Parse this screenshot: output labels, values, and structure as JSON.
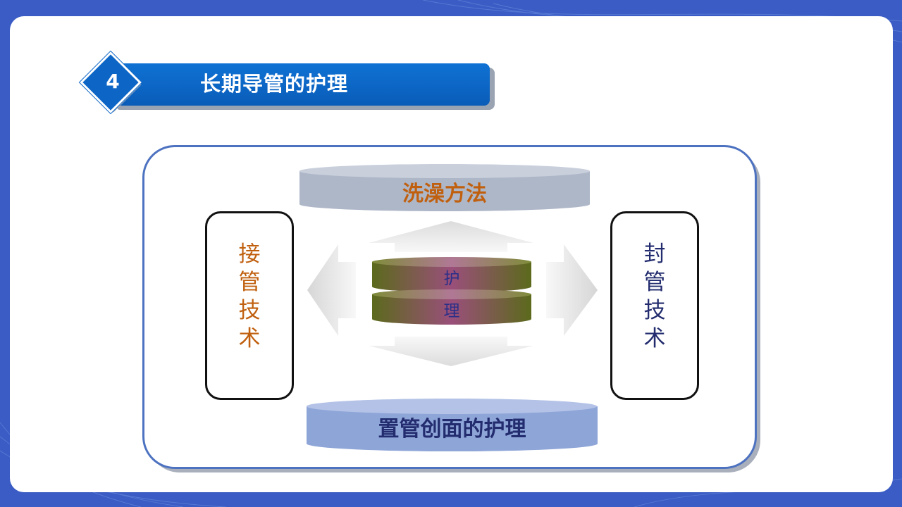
{
  "section": {
    "number": "4",
    "title": "长期导管的护理"
  },
  "diagram": {
    "top_label": "洗澡方法",
    "bottom_label": "置管创面的护理",
    "left_label": "接\n管\n技\n术",
    "right_label": "封\n管\n技\n术",
    "center_label_1": "护",
    "center_label_2": "理"
  },
  "colors": {
    "background": "#3a5cc4",
    "header_blue": "#0a5cb8",
    "frame_border": "#4d72c0",
    "orange_text": "#c0600f",
    "navy_text": "#222c6e",
    "top_cylinder": "#aeb7c8",
    "bottom_cylinder": "#8ea5d8"
  }
}
